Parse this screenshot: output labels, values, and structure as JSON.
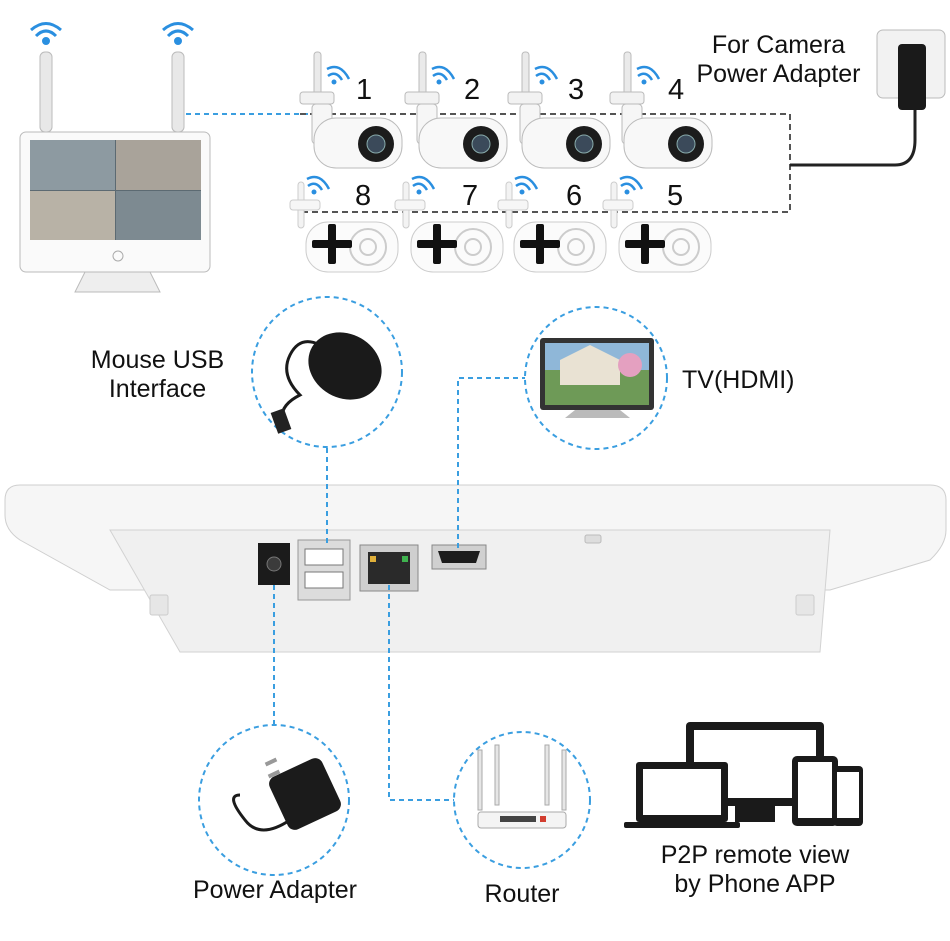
{
  "labels": {
    "camera_power": "For Camera\nPower Adapter",
    "mouse": "Mouse USB\nInterface",
    "tv": "TV(HDMI)",
    "power_adapter": "Power Adapter",
    "router": "Router",
    "p2p": "P2P remote view\nby Phone APP"
  },
  "cameras": {
    "top_row": [
      "1",
      "2",
      "3",
      "4"
    ],
    "bottom_row": [
      "8",
      "7",
      "6",
      "5"
    ]
  },
  "colors": {
    "dashed_blue": "#3a9ee0",
    "dashed_gray": "#555555",
    "wifi": "#2a8fe0",
    "device_white": "#f4f4f4"
  }
}
